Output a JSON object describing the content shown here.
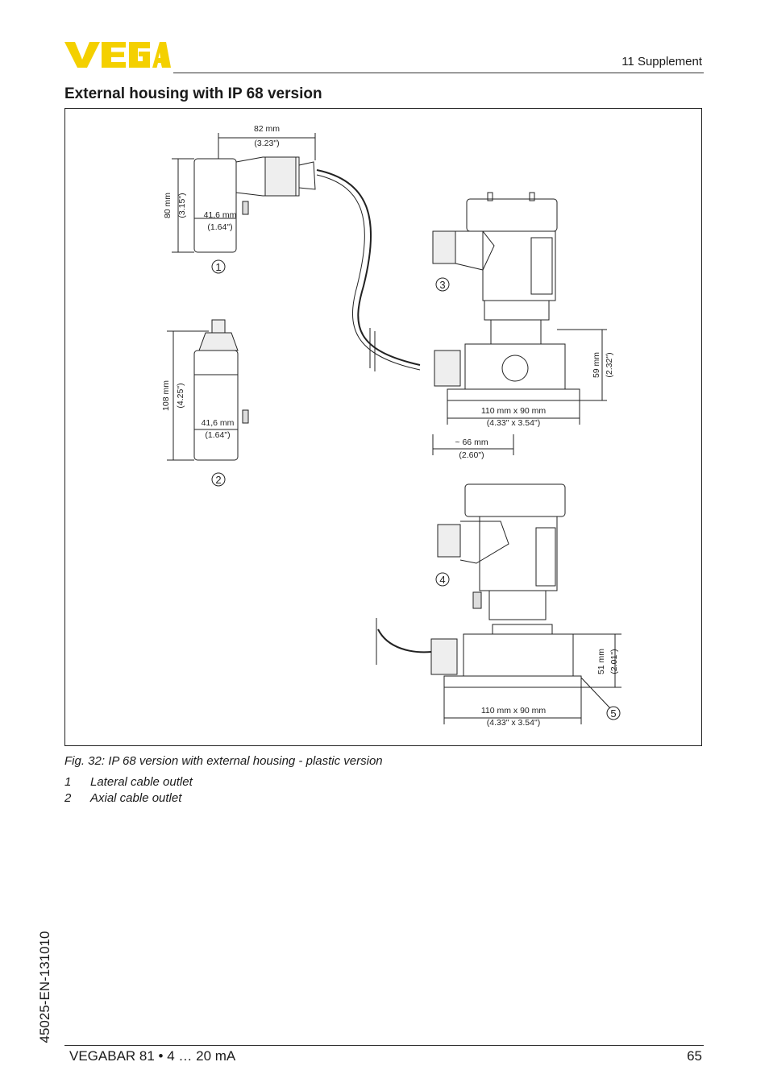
{
  "header": {
    "brand": "VEGA",
    "brand_color": "#f4d000",
    "section": "11 Supplement"
  },
  "page_title": "External housing with IP 68 version",
  "figure": {
    "dims": {
      "d1_w_mm": "82 mm",
      "d1_w_in": "(3.23\")",
      "d1_h_mm": "80 mm",
      "d1_h_in": "(3.15\")",
      "d1_dia_mm": "41,6 mm",
      "d1_dia_in": "(1.64\")",
      "d2_h_mm": "108 mm",
      "d2_h_in": "(4.25\")",
      "d2_dia_mm": "41,6 mm",
      "d2_dia_in": "(1.64\")",
      "d3_h_mm": "59 mm",
      "d3_h_in": "(2.32\")",
      "d3_base_mm": "110 mm x 90 mm",
      "d3_base_in": "(4.33\" x 3.54\")",
      "d3_off_mm": "~ 66 mm",
      "d3_off_in": "(2.60\")",
      "d4_h_mm": "51 mm",
      "d4_h_in": "(2.01\")",
      "d4_base_mm": "110 mm x 90 mm",
      "d4_base_in": "(4.33\" x 3.54\")"
    },
    "badges": [
      "1",
      "2",
      "3",
      "4",
      "5"
    ]
  },
  "caption": "Fig. 32: IP 68 version with external housing - plastic version",
  "legend": [
    {
      "num": "1",
      "text": "Lateral cable outlet"
    },
    {
      "num": "2",
      "text": "Axial cable outlet"
    }
  ],
  "doc_id": "45025-EN-131010",
  "footer": {
    "product": "VEGABAR 81 • 4 … 20 mA",
    "page": "65"
  }
}
